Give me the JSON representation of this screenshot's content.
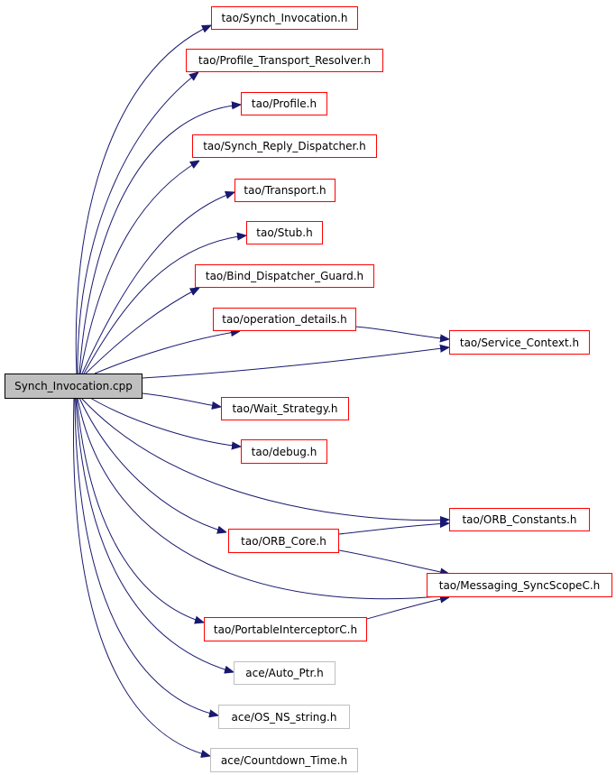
{
  "root": {
    "label": "Synch_Invocation.cpp"
  },
  "nodes": {
    "synch_invocation_h": "tao/Synch_Invocation.h",
    "profile_transport_resolver_h": "tao/Profile_Transport_Resolver.h",
    "profile_h": "tao/Profile.h",
    "synch_reply_dispatcher_h": "tao/Synch_Reply_Dispatcher.h",
    "transport_h": "tao/Transport.h",
    "stub_h": "tao/Stub.h",
    "bind_dispatcher_guard_h": "tao/Bind_Dispatcher_Guard.h",
    "operation_details_h": "tao/operation_details.h",
    "service_context_h": "tao/Service_Context.h",
    "wait_strategy_h": "tao/Wait_Strategy.h",
    "debug_h": "tao/debug.h",
    "orb_constants_h": "tao/ORB_Constants.h",
    "orb_core_h": "tao/ORB_Core.h",
    "messaging_syncscopec_h": "tao/Messaging_SyncScopeC.h",
    "portableinterceptorc_h": "tao/PortableInterceptorC.h",
    "auto_ptr_h": "ace/Auto_Ptr.h",
    "os_ns_string_h": "ace/OS_NS_string.h",
    "countdown_time_h": "ace/Countdown_Time.h"
  },
  "colors": {
    "edge": "#191970",
    "root_fill": "#bfbfbf",
    "documented_border": "#ff0000",
    "undocumented_border": "#bfbfbf"
  }
}
